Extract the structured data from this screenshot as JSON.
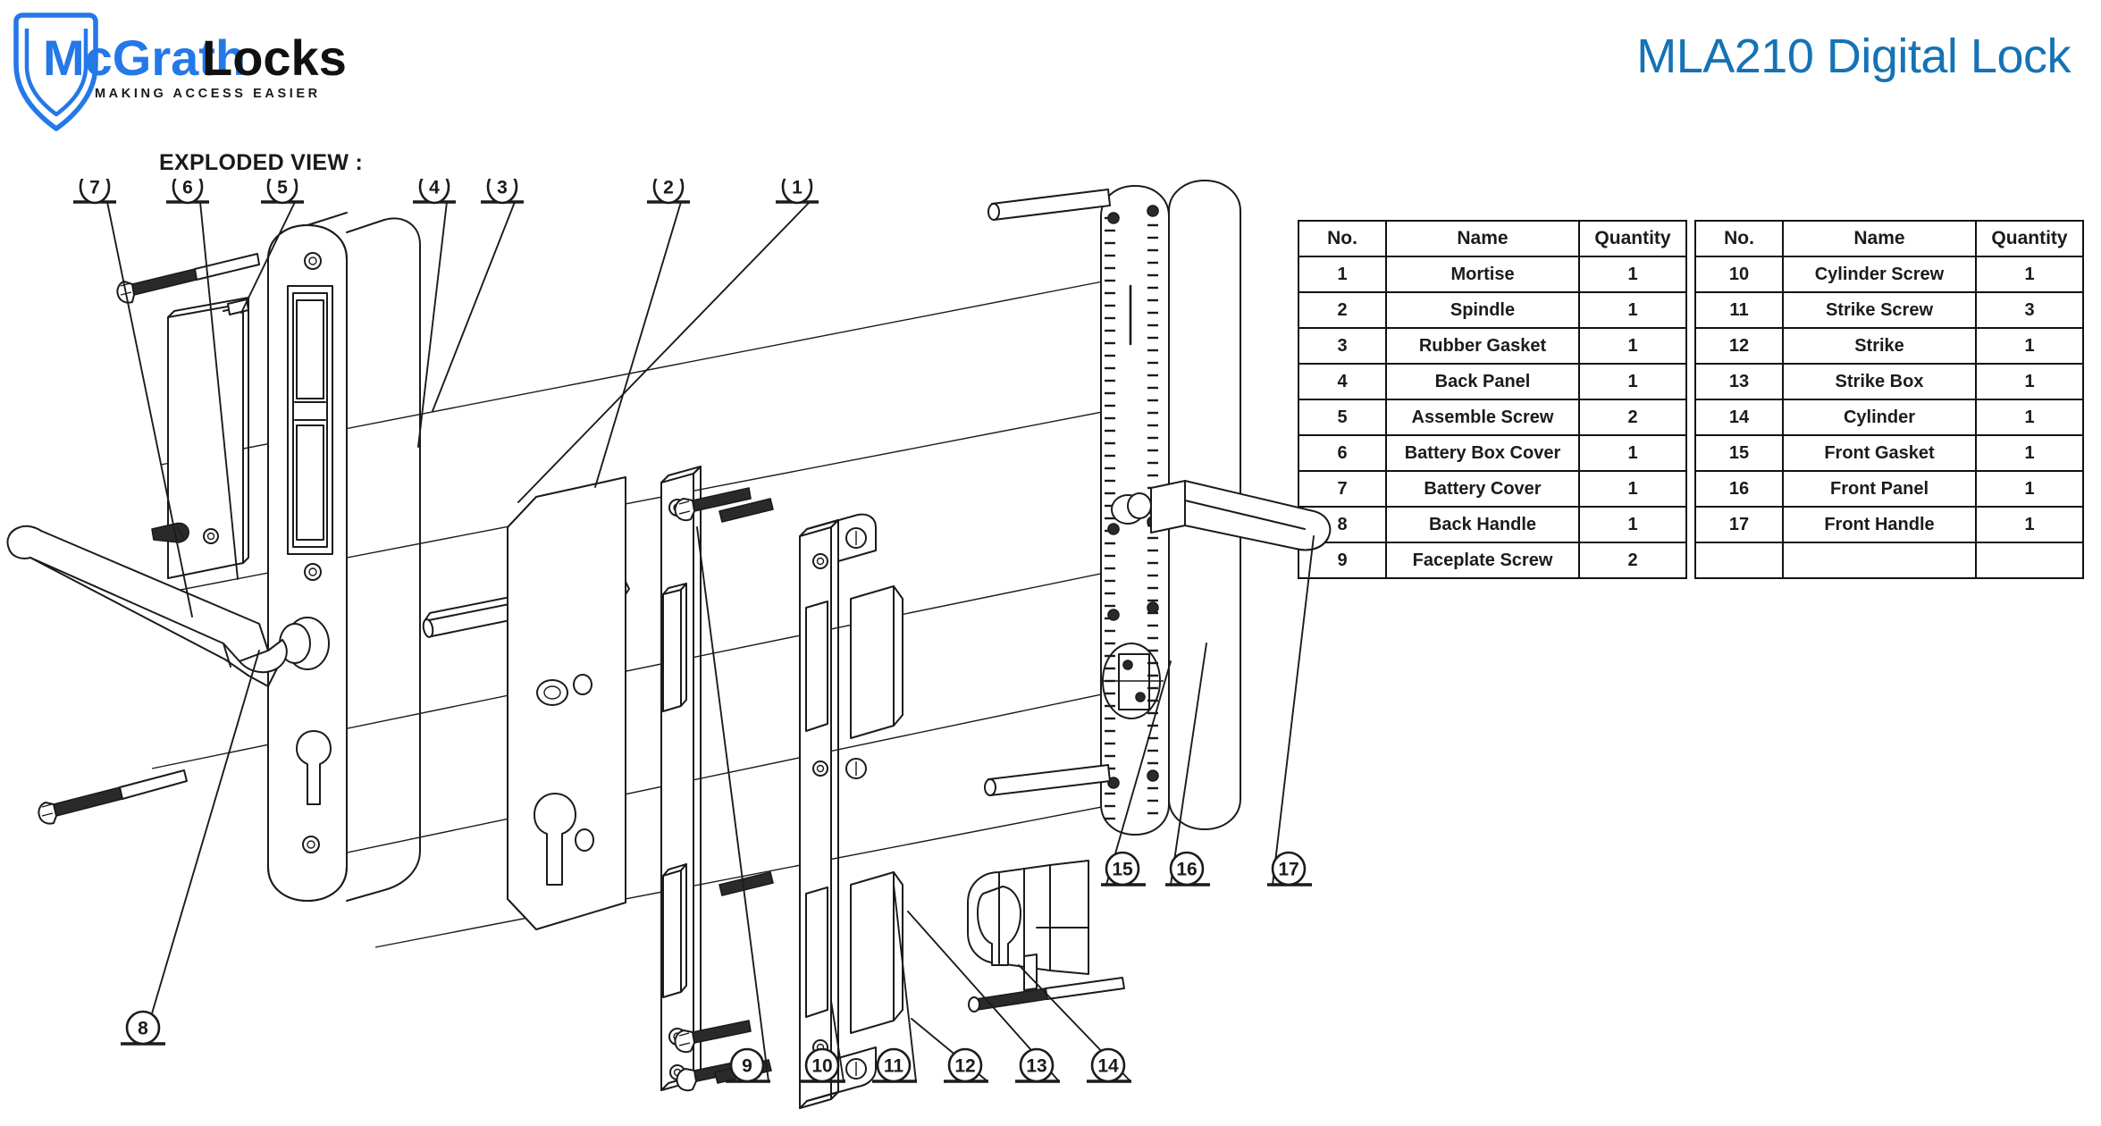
{
  "brand": {
    "logo_text_primary": "McGrath",
    "logo_text_secondary": "Locks",
    "logo_tagline": "MAKING ACCESS EASIER",
    "logo_icon": "shield-icon",
    "logo_blue": "#2478e8",
    "logo_dark": "#111111"
  },
  "header": {
    "document_title": "MLA210 Digital Lock",
    "title_color": "#1573b5",
    "section_label": "EXPLODED VIEW :"
  },
  "parts_table": {
    "columns": [
      "No.",
      "Name",
      "Quantity"
    ],
    "left": [
      {
        "no": "1",
        "name": "Mortise",
        "qty": "1"
      },
      {
        "no": "2",
        "name": "Spindle",
        "qty": "1"
      },
      {
        "no": "3",
        "name": "Rubber Gasket",
        "qty": "1"
      },
      {
        "no": "4",
        "name": "Back Panel",
        "qty": "1"
      },
      {
        "no": "5",
        "name": "Assemble Screw",
        "qty": "2"
      },
      {
        "no": "6",
        "name": "Battery Box Cover",
        "qty": "1"
      },
      {
        "no": "7",
        "name": "Battery Cover",
        "qty": "1"
      },
      {
        "no": "8",
        "name": "Back  Handle",
        "qty": "1"
      },
      {
        "no": "9",
        "name": "Faceplate Screw",
        "qty": "2"
      }
    ],
    "right": [
      {
        "no": "10",
        "name": "Cylinder Screw",
        "qty": "1"
      },
      {
        "no": "11",
        "name": "Strike Screw",
        "qty": "3"
      },
      {
        "no": "12",
        "name": "Strike",
        "qty": "1"
      },
      {
        "no": "13",
        "name": "Strike Box",
        "qty": "1"
      },
      {
        "no": "14",
        "name": "Cylinder",
        "qty": "1"
      },
      {
        "no": "15",
        "name": "Front Gasket",
        "qty": "1"
      },
      {
        "no": "16",
        "name": "Front Panel",
        "qty": "1"
      },
      {
        "no": "17",
        "name": "Front Handle",
        "qty": "1"
      },
      {
        "no": "",
        "name": "",
        "qty": ""
      }
    ]
  },
  "callouts": {
    "top": [
      "7",
      "6",
      "5",
      "4",
      "3",
      "2",
      "1"
    ],
    "bottom": [
      "9",
      "10",
      "11",
      "12",
      "13",
      "14"
    ],
    "right": [
      "15",
      "16",
      "17"
    ],
    "left": [
      "8"
    ]
  },
  "diagram": {
    "name": "exploded-assembly-drawing",
    "description": "Exploded technical line drawing of the MLA210 digital door lock showing back panel with handle, battery cover, mortise body, spindle, strike plate and box, cylinder, and front panel with handle",
    "line_color": "#1b1b1b",
    "background": "#ffffff"
  }
}
